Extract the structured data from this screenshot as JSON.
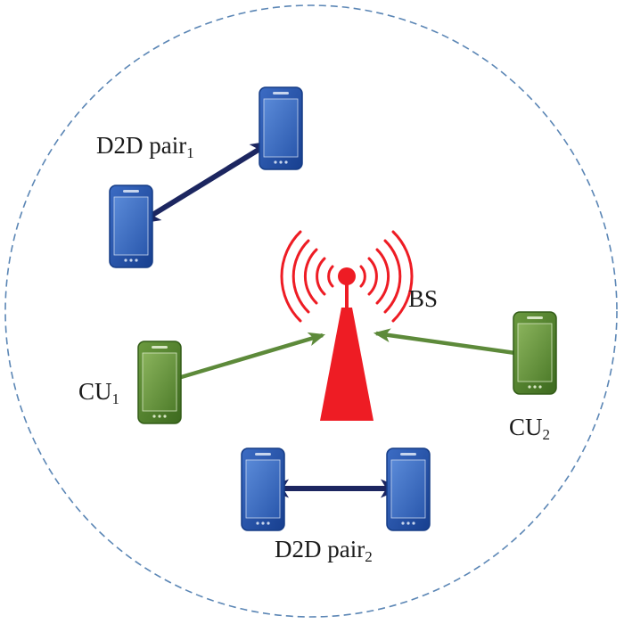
{
  "colors": {
    "boundary": "#5b86b5",
    "d2d_phone": "#1f4ea3",
    "cu_phone": "#4f7d2b",
    "d2d_link": "#1c2660",
    "cu_link": "#5d8a3a",
    "base_station": "#ee1c24"
  },
  "labels": {
    "d2d_pair_1": {
      "text": "D2D pair",
      "sub": "1"
    },
    "d2d_pair_2": {
      "text": "D2D pair",
      "sub": "2"
    },
    "cu_1": {
      "text": "CU",
      "sub": "1"
    },
    "cu_2": {
      "text": "CU",
      "sub": "2"
    },
    "base_station": "BS"
  },
  "icons": {
    "phone": "smartphone-icon",
    "base_station": "cell-tower-icon"
  }
}
